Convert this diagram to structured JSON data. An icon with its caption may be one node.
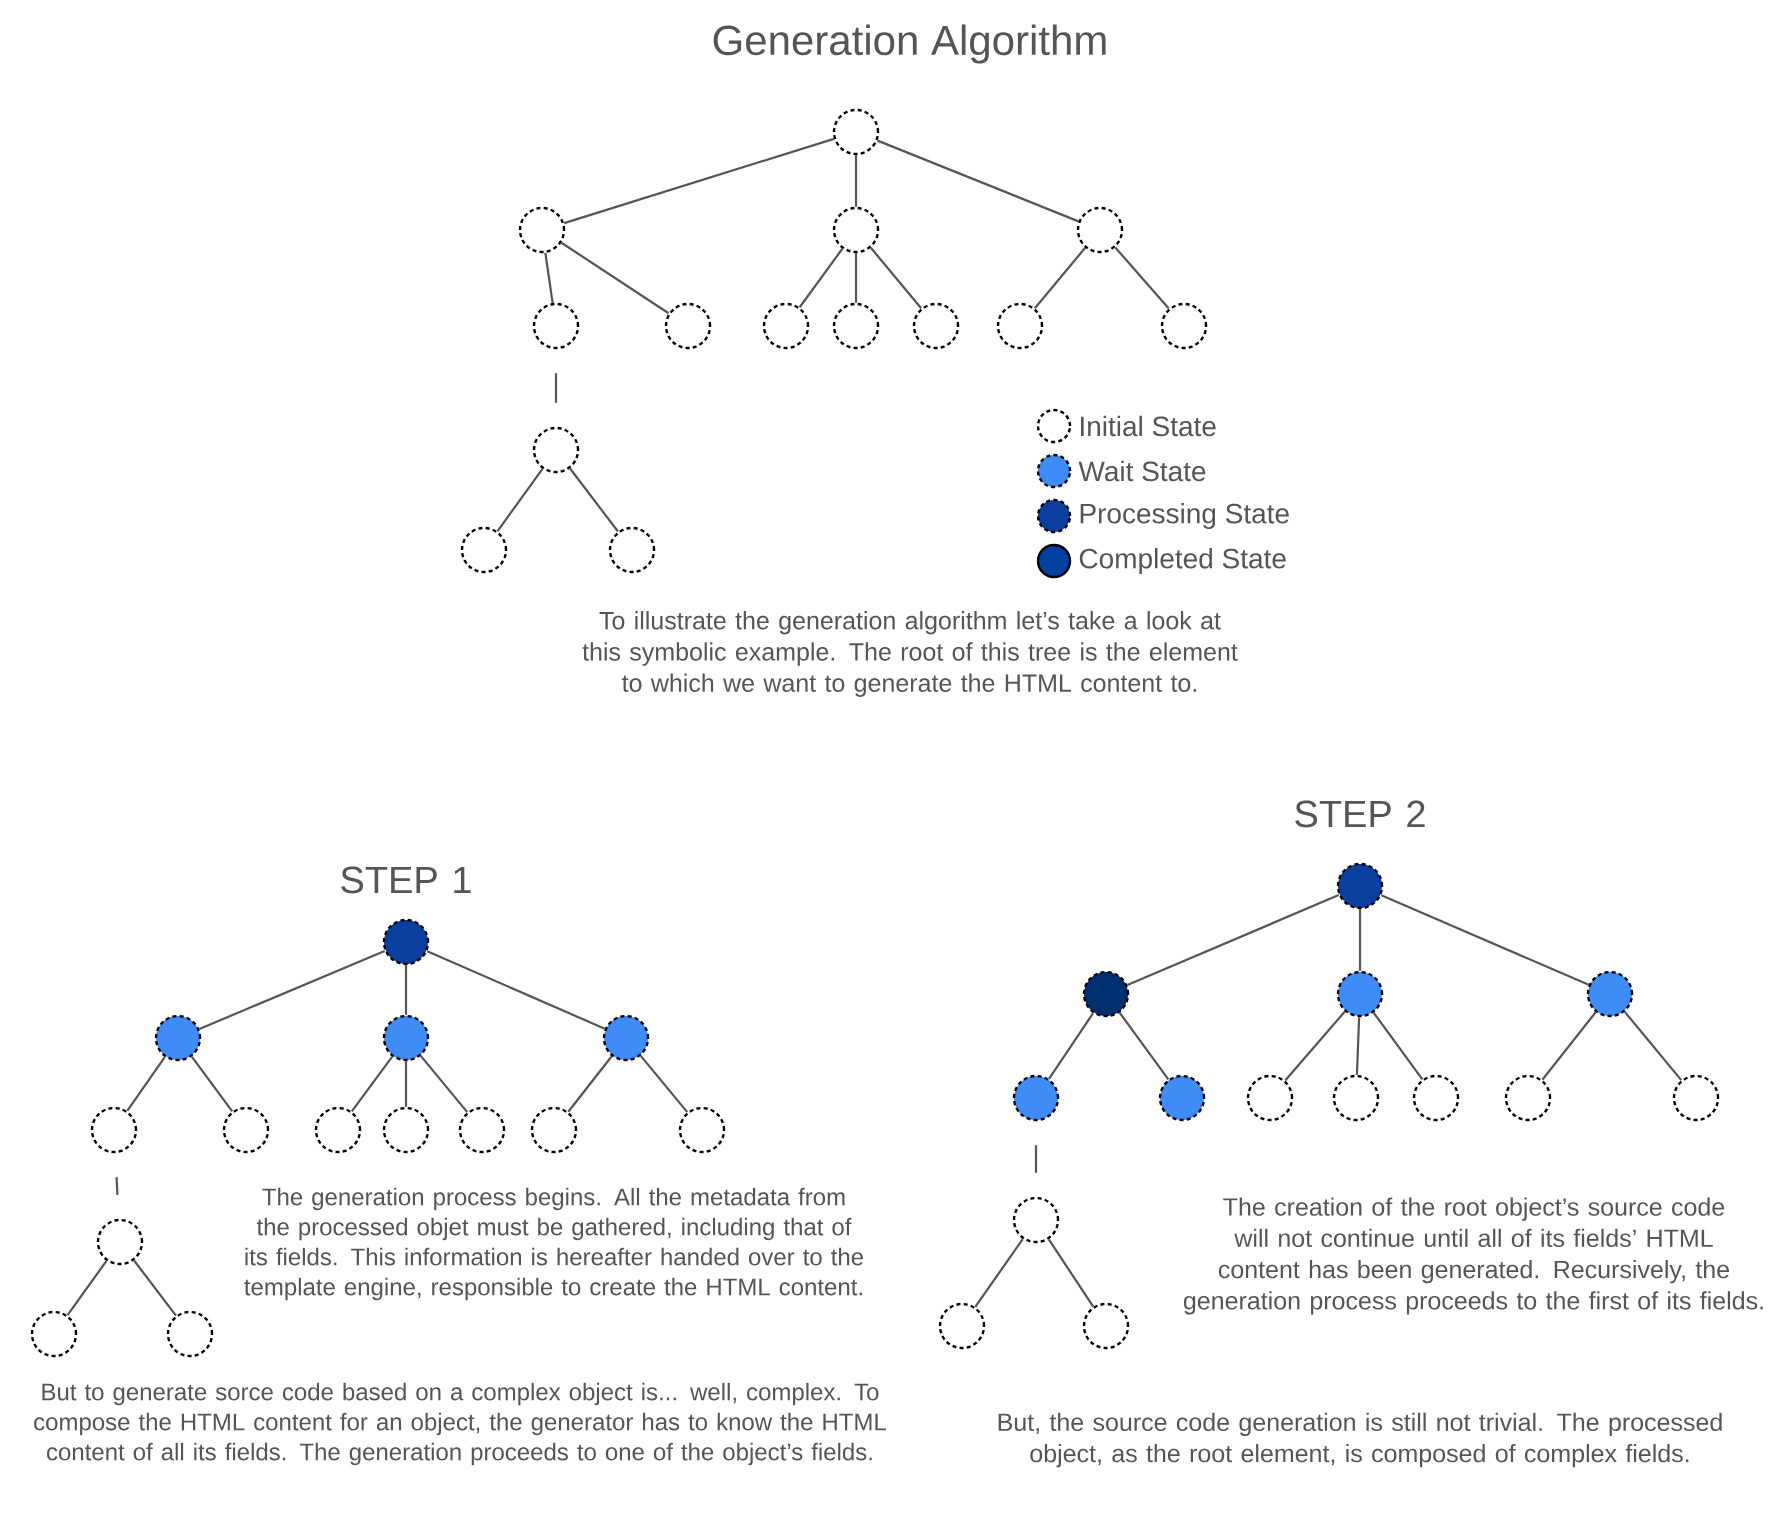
{
  "diagram": {
    "title": "Generation Algorithm",
    "nodes": [
      {
        "text": [],
        "shape": "circle"
      },
      {
        "text": [],
        "shape": "circle"
      },
      {
        "text": [],
        "shape": "circle"
      },
      {
        "text": [],
        "shape": "circle"
      },
      {
        "text": [],
        "shape": "circle"
      },
      {
        "text": [],
        "shape": "circle"
      },
      {
        "text": [],
        "shape": "circle"
      },
      {
        "text": [],
        "shape": "circle"
      },
      {
        "text": [],
        "shape": "circle"
      },
      {
        "text": [],
        "shape": "circle"
      },
      {
        "text": [],
        "shape": "circle"
      },
      {
        "text": [],
        "shape": "circle"
      },
      {
        "text": [],
        "shape": "circle"
      },
      {
        "text": [],
        "shape": "circle"
      },
      {
        "text": [],
        "shape": "circle"
      },
      {
        "text": [],
        "shape": "circle"
      },
      {
        "text": [],
        "shape": "circle"
      },
      {
        "text": [],
        "shape": "circle"
      },
      {
        "text": [],
        "shape": "circle"
      },
      {
        "text": [],
        "shape": "circle"
      },
      {
        "text": [],
        "shape": "circle"
      },
      {
        "text": [],
        "shape": "circle"
      },
      {
        "text": [],
        "shape": "circle"
      },
      {
        "text": [],
        "shape": "circle"
      },
      {
        "text": [],
        "shape": "circle"
      },
      {
        "text": [],
        "shape": "circle"
      },
      {
        "text": [],
        "shape": "circle"
      },
      {
        "text": [],
        "shape": "circle"
      },
      {
        "text": [],
        "shape": "circle"
      },
      {
        "text": [],
        "shape": "circle"
      },
      {
        "text": [],
        "shape": "circle"
      },
      {
        "text": [],
        "shape": "circle"
      },
      {
        "text": [],
        "shape": "circle"
      },
      {
        "text": [],
        "shape": "circle"
      },
      {
        "text": [],
        "shape": "circle"
      },
      {
        "text": [],
        "shape": "circle"
      },
      {
        "text": [],
        "shape": "circle"
      },
      {
        "text": [],
        "shape": "circle"
      },
      {
        "text": [],
        "shape": "circle"
      },
      {
        "text": [],
        "shape": "circle"
      },
      {
        "text": [],
        "shape": "circle"
      },
      {
        "text": [],
        "shape": "circle"
      }
    ],
    "edges": [
      {
        "from": 0,
        "to": 1,
        "arrow": "none"
      },
      {
        "from": 0,
        "to": 2,
        "arrow": "none"
      },
      {
        "from": 0,
        "to": 3,
        "arrow": "none"
      },
      {
        "from": 1,
        "to": 4,
        "arrow": "none"
      },
      {
        "from": 1,
        "to": 5,
        "arrow": "none"
      },
      {
        "from": 2,
        "to": 6,
        "arrow": "none"
      },
      {
        "from": 2,
        "to": 7,
        "arrow": "none"
      },
      {
        "from": 2,
        "to": 8,
        "arrow": "none"
      },
      {
        "from": 3,
        "to": 9,
        "arrow": "none"
      },
      {
        "from": 3,
        "to": 10,
        "arrow": "none"
      },
      {
        "from": 4,
        "to": 11,
        "arrow": "none"
      },
      {
        "from": 11,
        "to": 12,
        "arrow": "none"
      },
      {
        "from": 11,
        "to": 13,
        "arrow": "none"
      },
      {
        "from": 14,
        "to": 15,
        "arrow": "none"
      },
      {
        "from": 14,
        "to": 16,
        "arrow": "none"
      },
      {
        "from": 14,
        "to": 17,
        "arrow": "none"
      },
      {
        "from": 15,
        "to": 18,
        "arrow": "none"
      },
      {
        "from": 15,
        "to": 19,
        "arrow": "none"
      },
      {
        "from": 16,
        "to": 20,
        "arrow": "none"
      },
      {
        "from": 16,
        "to": 21,
        "arrow": "none"
      },
      {
        "from": 16,
        "to": 22,
        "arrow": "none"
      },
      {
        "from": 17,
        "to": 23,
        "arrow": "none"
      },
      {
        "from": 17,
        "to": 24,
        "arrow": "none"
      },
      {
        "from": 18,
        "to": 25,
        "arrow": "none"
      },
      {
        "from": 25,
        "to": 26,
        "arrow": "none"
      },
      {
        "from": 25,
        "to": 27,
        "arrow": "none"
      },
      {
        "from": 28,
        "to": 29,
        "arrow": "none"
      },
      {
        "from": 28,
        "to": 30,
        "arrow": "none"
      },
      {
        "from": 28,
        "to": 31,
        "arrow": "none"
      },
      {
        "from": 29,
        "to": 32,
        "arrow": "none"
      },
      {
        "from": 29,
        "to": 33,
        "arrow": "none"
      },
      {
        "from": 30,
        "to": 34,
        "arrow": "none"
      },
      {
        "from": 30,
        "to": 35,
        "arrow": "none"
      },
      {
        "from": 30,
        "to": 36,
        "arrow": "none"
      },
      {
        "from": 31,
        "to": 37,
        "arrow": "none"
      },
      {
        "from": 31,
        "to": 38,
        "arrow": "none"
      },
      {
        "from": 32,
        "to": 39,
        "arrow": "none"
      },
      {
        "from": 39,
        "to": 40,
        "arrow": "none"
      },
      {
        "from": 39,
        "to": 41,
        "arrow": "none"
      }
    ],
    "labels": [
      "To illustrate the generation algorithm let’s take a look at this symbolic example. The root of this tree is the element to which we want to generate the HTML content to.",
      "STEP 1",
      "The generation process begins. All the metadata from the processed objet must be gathered, including that of its fields. This information is hereafter handed over to the template engine, responsible to create the HTML content.",
      "But to generate sorce code based on a complex object is... well, complex. To compose the HTML content for an object, the generator has to know the HTML content of all its fields. The generation proceeds to one of the object’s fields.",
      "STEP 2",
      "The creation of the root object’s source code will not continue until all of its fields’ HTML content has been generated. Recursively, the generation process proceeds to the first of its fields.",
      "But, the source code generation is still not trivial. The processed object, as the root element, is composed of complex fields."
    ],
    "legend": [
      {
        "text": "Initial State"
      },
      {
        "text": "Wait State",
        "color": "#3f8cf7"
      },
      {
        "text": "Processing State",
        "color": "#0a3fa0"
      },
      {
        "text": "Completed State",
        "color": "#0040a0"
      }
    ]
  }
}
